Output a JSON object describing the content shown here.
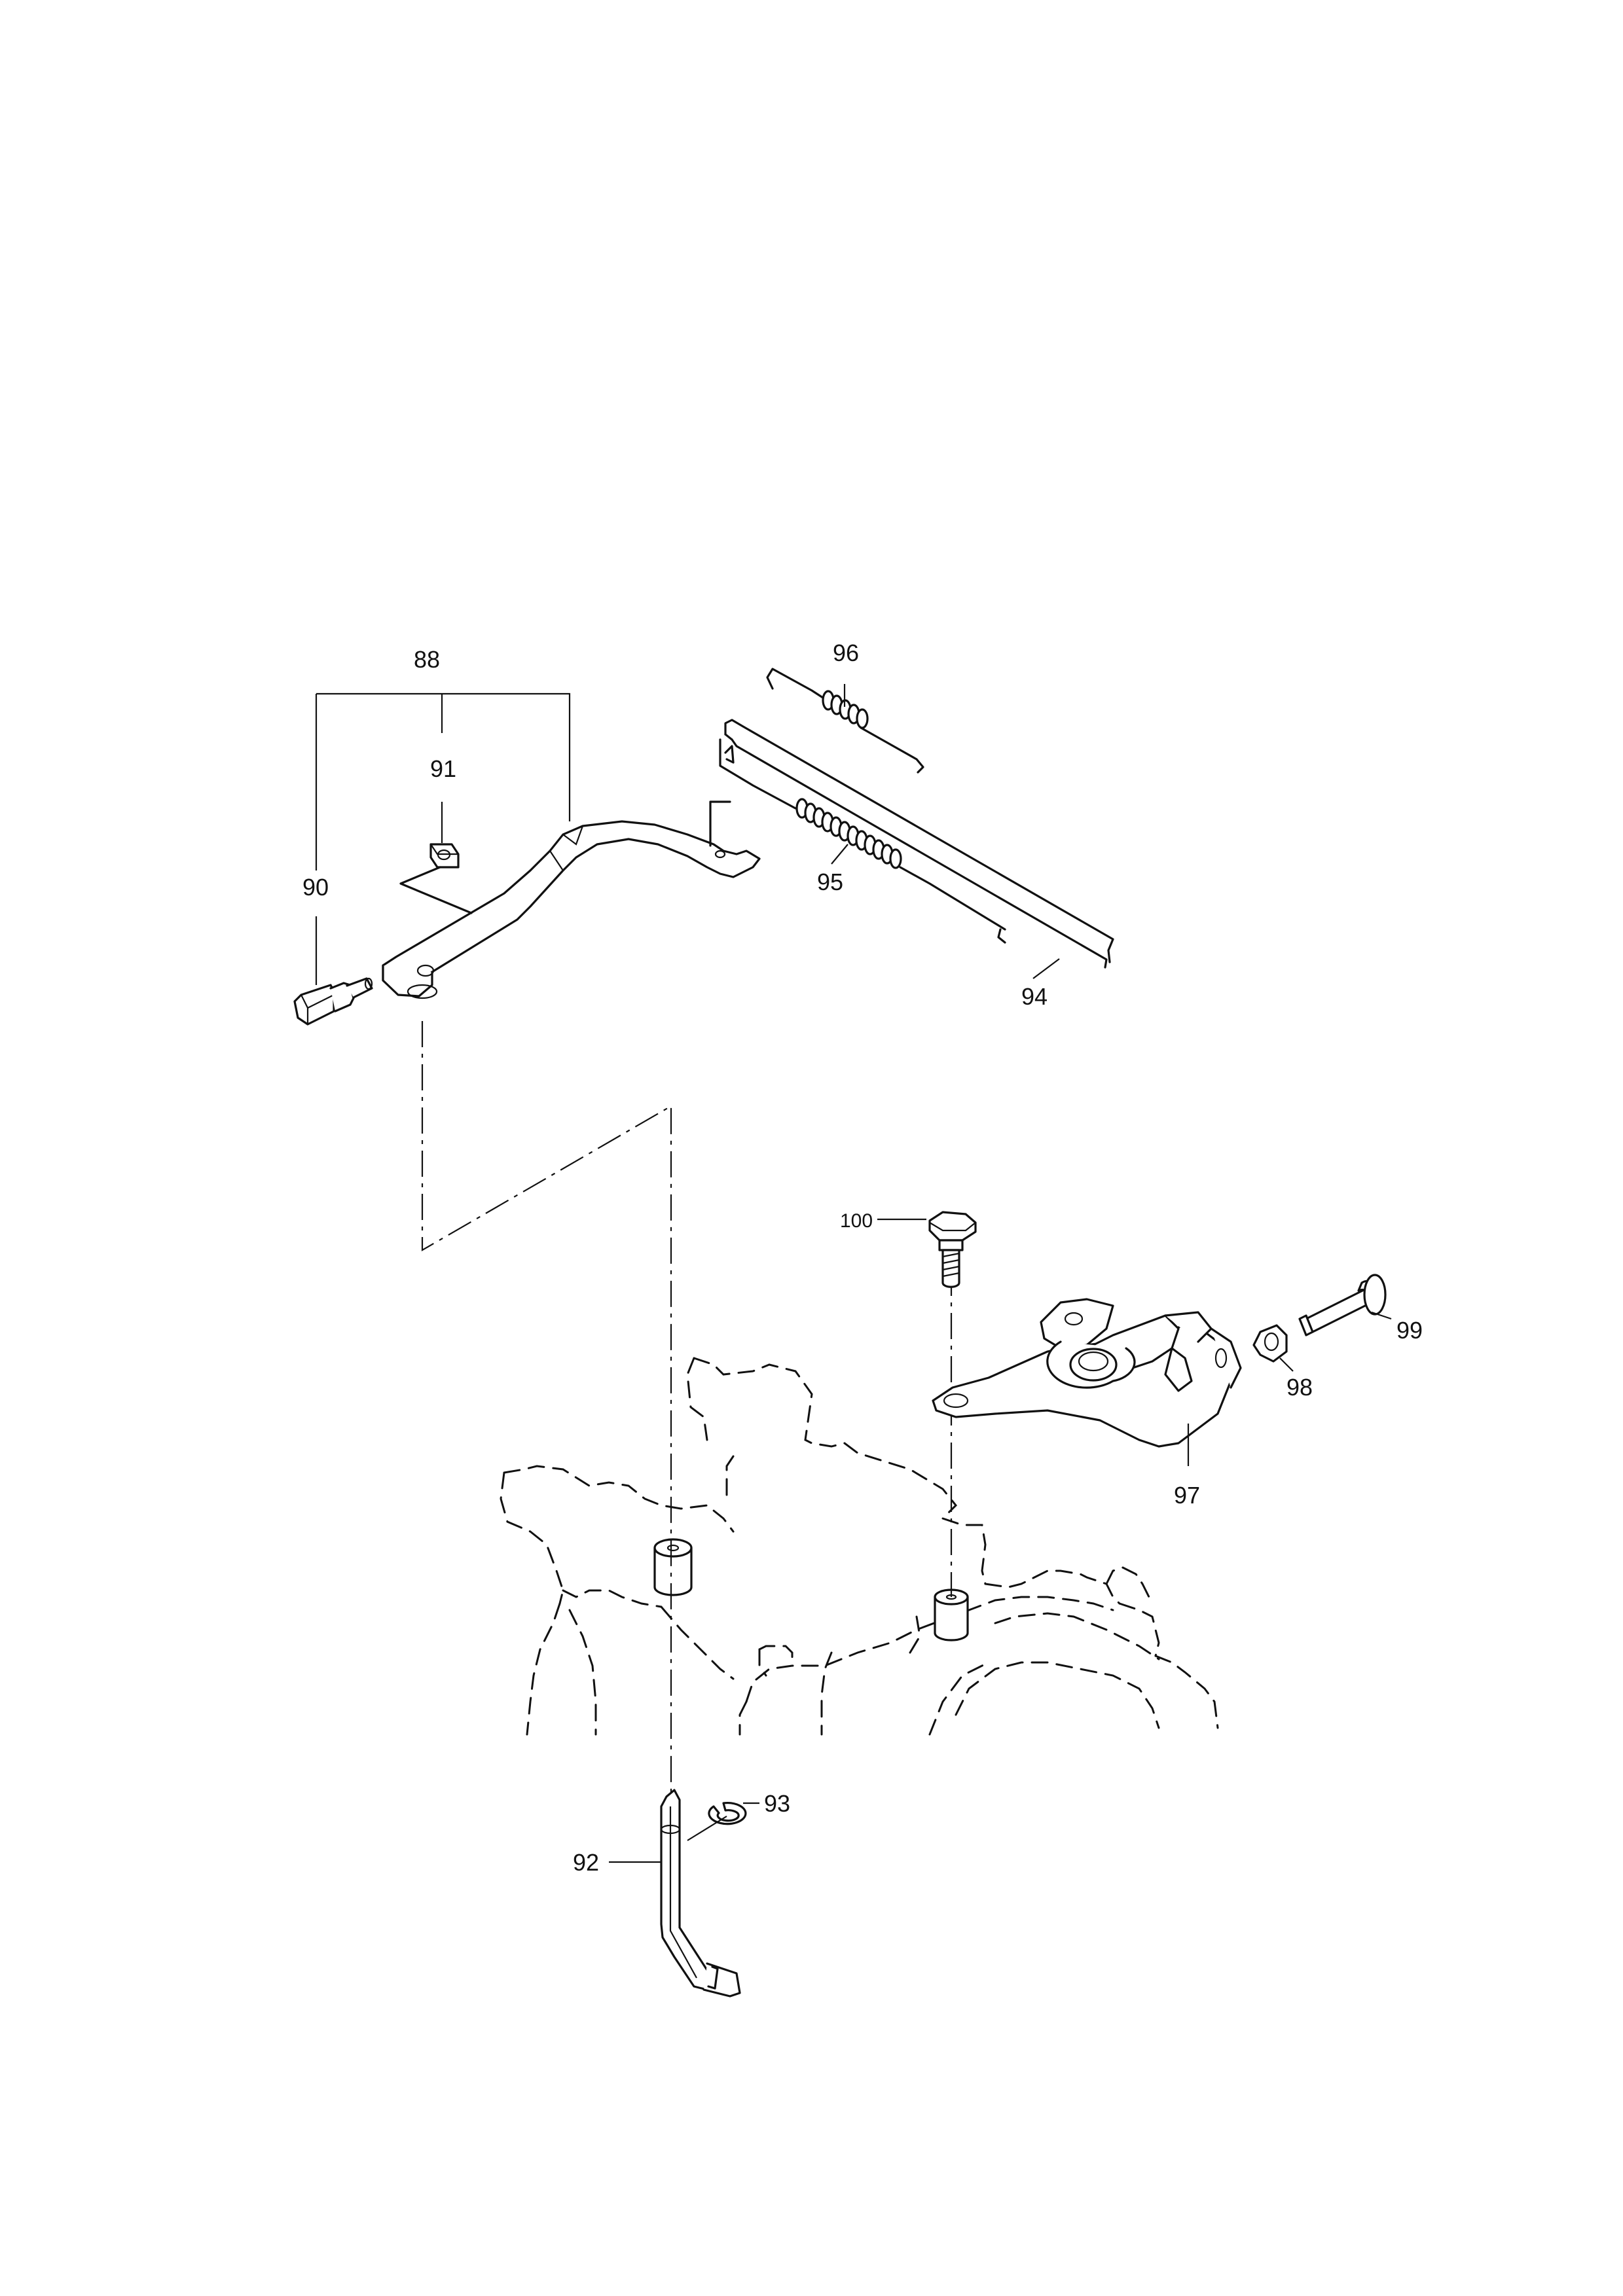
{
  "callouts": {
    "p88": "88",
    "p90": "90",
    "p91": "91",
    "p92": "92",
    "p93": "93",
    "p94": "94",
    "p95": "95",
    "p96": "96",
    "p97": "97",
    "p98": "98",
    "p99": "99",
    "p100": "100"
  }
}
